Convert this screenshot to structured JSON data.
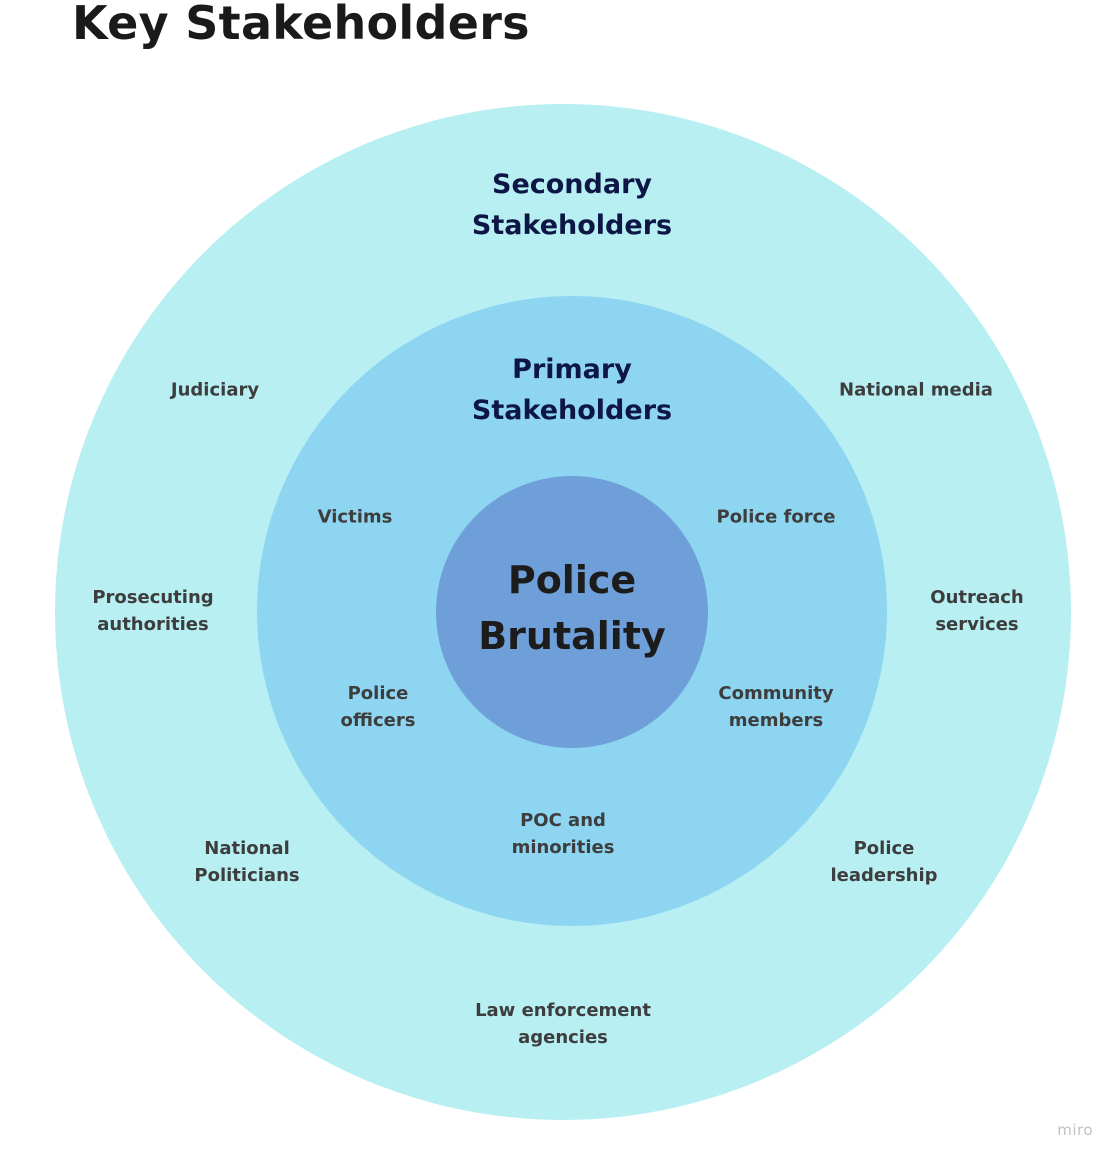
{
  "title": "Key Stakeholders",
  "center": {
    "label": "Police\nBrutality"
  },
  "rings": {
    "primary": {
      "heading": "Primary\nStakeholders",
      "items": {
        "victims": "Victims",
        "police_force": "Police force",
        "police_officers": "Police\nofficers",
        "community_members": "Community\nmembers",
        "poc_minorities": "POC and\nminorities"
      }
    },
    "secondary": {
      "heading": "Secondary\nStakeholders",
      "items": {
        "judiciary": "Judiciary",
        "national_media": "National media",
        "prosecuting_authorities": "Prosecuting\nauthorities",
        "outreach_services": "Outreach\nservices",
        "national_politicians": "National\nPoliticians",
        "police_leadership": "Police\nleadership",
        "law_enforcement_agencies": "Law enforcement\nagencies"
      }
    }
  },
  "colors": {
    "outer_ring": "#b7eff2",
    "inner_ring": "#8ed5f1",
    "core": "#6e9fd8",
    "heading_text": "#0d1645",
    "item_text": "#3d3d3d"
  },
  "watermark": "miro"
}
